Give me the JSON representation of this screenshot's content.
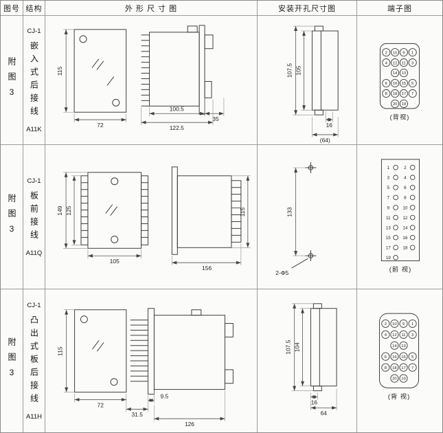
{
  "header": {
    "cols": [
      "图号",
      "结构",
      "外 形 尺 寸 图",
      "安装开孔尺寸图",
      "端子图"
    ]
  },
  "rows": [
    {
      "fig": "附图3",
      "model": "CJ-1",
      "structure": "嵌入式后接线",
      "code": "A11K",
      "outline": {
        "front_h": "115",
        "front_w": "72",
        "body_d": "100.5",
        "total_d": "122.5",
        "flange_d": "35"
      },
      "mount": {
        "outer_h": "107.5",
        "inner_h": "105",
        "tab_w": "16",
        "width": "(64)"
      },
      "terminal": {
        "label": "(背视)",
        "grid": [
          [
            2,
            10,
            9,
            1
          ],
          [
            4,
            12,
            11,
            3
          ],
          [
            null,
            14,
            13,
            null
          ],
          [
            6,
            16,
            15,
            5
          ],
          [
            8,
            18,
            17,
            7
          ],
          [
            null,
            20,
            19,
            null
          ]
        ]
      }
    },
    {
      "fig": "附图3",
      "model": "CJ-1",
      "structure": "板前接线",
      "code": "A11Q",
      "outline": {
        "outer_h": "149",
        "inner_h": "125",
        "front_w": "105",
        "body_l": "156",
        "side_h": "115"
      },
      "mount": {
        "span": "133",
        "holes": "2-Φ5"
      },
      "terminal": {
        "label": "(前 视)",
        "left": [
          1,
          3,
          5,
          7,
          9,
          11,
          13,
          15,
          17,
          19
        ],
        "right": [
          2,
          4,
          6,
          8,
          10,
          12,
          14,
          16,
          18
        ]
      }
    },
    {
      "fig": "附图3",
      "model": "CJ-1",
      "structure": "凸出式板后接线",
      "code": "A11H",
      "outline": {
        "front_h": "115",
        "front_w": "72",
        "pin_d": "31.5",
        "plate_d": "9.5",
        "body_d": "126"
      },
      "mount": {
        "outer_h": "107.5",
        "inner_h": "104",
        "tab_w": "16",
        "width": "64"
      },
      "terminal": {
        "label": "(背 视)",
        "grid": [
          [
            2,
            10,
            9,
            1
          ],
          [
            4,
            12,
            11,
            3
          ],
          [
            null,
            14,
            13,
            null
          ],
          [
            6,
            16,
            15,
            5
          ],
          [
            8,
            18,
            17,
            7
          ],
          [
            null,
            20,
            19,
            null
          ]
        ]
      }
    }
  ]
}
